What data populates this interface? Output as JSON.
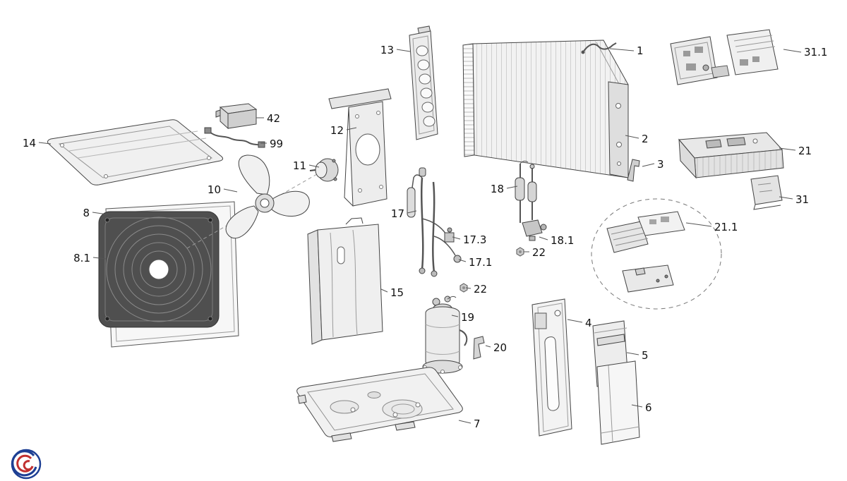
{
  "parts": [
    {
      "label": "1"
    },
    {
      "label": "2"
    },
    {
      "label": "3"
    },
    {
      "label": "4"
    },
    {
      "label": "5"
    },
    {
      "label": "6"
    },
    {
      "label": "7"
    },
    {
      "label": "8"
    },
    {
      "label": "8.1"
    },
    {
      "label": "10"
    },
    {
      "label": "11"
    },
    {
      "label": "12"
    },
    {
      "label": "13"
    },
    {
      "label": "14"
    },
    {
      "label": "15"
    },
    {
      "label": "17"
    },
    {
      "label": "17.1"
    },
    {
      "label": "17.3"
    },
    {
      "label": "18"
    },
    {
      "label": "18.1"
    },
    {
      "label": "19"
    },
    {
      "label": "20"
    },
    {
      "label": "21"
    },
    {
      "label": "21.1"
    },
    {
      "label": "22"
    },
    {
      "label": "22"
    },
    {
      "label": "31"
    },
    {
      "label": "31.1"
    },
    {
      "label": "42"
    },
    {
      "label": "99"
    }
  ],
  "colors": {
    "line": "#444444",
    "label_text": "#111111",
    "grille_dark": "#4f4f4f",
    "logo_blue": "#1d3f94",
    "logo_red": "#c03030",
    "background": "#ffffff"
  },
  "icons": {
    "logo": "swirl-brand-logo-icon"
  }
}
